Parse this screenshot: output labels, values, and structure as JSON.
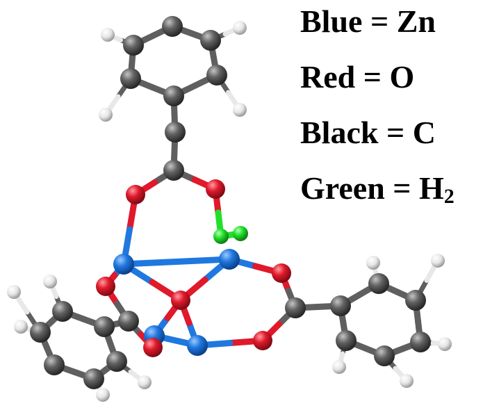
{
  "legend": {
    "items": [
      {
        "label": "Blue",
        "eq": " = ",
        "value": "Zn",
        "sub": ""
      },
      {
        "label": "Red",
        "eq": " = ",
        "value": "O",
        "sub": ""
      },
      {
        "label": "Black",
        "eq": " = ",
        "value": "C",
        "sub": ""
      },
      {
        "label": "Green",
        "eq": " = ",
        "value": "H",
        "sub": "2"
      }
    ]
  },
  "colors": {
    "zn": "#1f78e0",
    "o": "#e0192b",
    "c": "#5f5f5f",
    "h": "#e8e8e8",
    "h2": "#22e02a"
  }
}
